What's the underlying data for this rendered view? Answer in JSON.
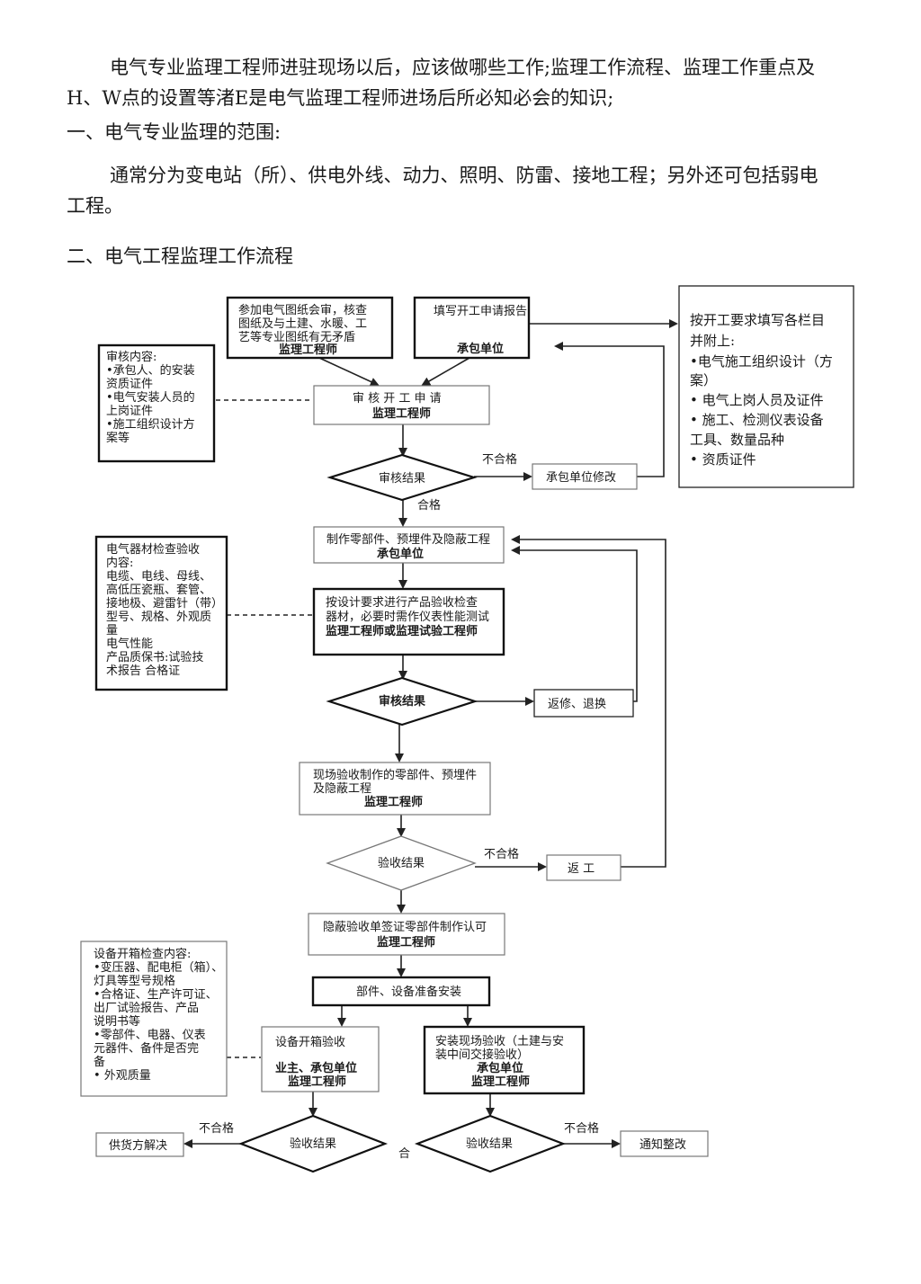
{
  "intro": "电气专业监理工程师进驻现场以后，应该做哪些工作;监理工作流程、监理工作重点及H、W点的设置等渚E是电气监理工程师进场后所必知必会的知识;",
  "section1_heading": "一、电气专业监理的范围:",
  "scope_text": "通常分为变电站（所）、供电外线、动力、照明、防雷、接地工程；另外还可包括弱电工程。",
  "section2_heading": "二、电气工程监理工作流程",
  "flow": {
    "drawing_review": {
      "lines": [
        "参加电气图纸会审，核查",
        "图纸及与土建、水暖、工",
        "艺等专业图纸有无矛盾"
      ],
      "role": "监理工程师"
    },
    "start_report": {
      "line": "填写开工申请报告",
      "role": "承包单位"
    },
    "start_requirements": {
      "lines": [
        "按开工要求填写各栏目",
        "并附上:",
        "•电气施工组织设计（方",
        "  案）",
        "• 电气上岗人员及证件",
        "• 施工、检测仪表设备",
        "  工具、数量品种",
        "• 资质证件"
      ]
    },
    "review_contents": {
      "lines": [
        "审核内容:",
        "•承包人、的安装",
        "  资质证件",
        "•电气安装人员的",
        "  上岗证件",
        "•施工组织设计方",
        "  案等"
      ]
    },
    "review_start": {
      "line": "审 核 开 工 申 请",
      "role": "监理工程师"
    },
    "review_result_1": "审核结果",
    "fail_1": "不合格",
    "pass_1": "合格",
    "contractor_revise": "承包单位修改",
    "fabricate": {
      "line": "制作零部件、预埋件及隐蔽工程",
      "role": "承包单位"
    },
    "material_contents": {
      "lines": [
        "电气器材检查验收",
        "内容:",
        "电缆、电线、母线、",
        "高低压瓷瓶、套管、",
        "接地极、避雷针（带）",
        "型号、规格、外观质",
        "量",
        "电气性能",
        "产品质保书:试验技",
        "术报告   合格证"
      ]
    },
    "product_inspection": {
      "lines": [
        "按设计要求进行产品验收检查",
        "器材，必要时需作仪表性能测试"
      ],
      "role": "监理工程师或监理试验工程师"
    },
    "review_result_2": "审核结果",
    "repair_return": "返修、退换",
    "site_acceptance": {
      "lines": [
        "现场验收制作的零部件、预埋件",
        "及隐蔽工程"
      ],
      "role": "监理工程师"
    },
    "acceptance_result_1": "验收结果",
    "fail_2": "不合格",
    "rework": "返   工",
    "concealed_sign": {
      "line": "隐蔽验收单签证零部件制作认可",
      "role": "监理工程师"
    },
    "install_prepare": "部件、设备准备安装",
    "unboxing_contents": {
      "lines": [
        "设备开箱检查内容:",
        "•变压器、配电柜（箱）、",
        "  灯具等型号规格",
        "•合格证、生产许可证、",
        "  出厂试验报告、产品",
        "  说明书等",
        "•零部件、电器、仪表",
        "  元器件、备件是否完",
        "  备",
        "• 外观质量"
      ]
    },
    "unboxing": {
      "line": "设备开箱验收",
      "role1": "业主、承包单位",
      "role2": "监理工程师"
    },
    "install_acceptance": {
      "lines": [
        "安装现场验收（土建与安",
        "装中间交接验收）"
      ],
      "role1": "承包单位",
      "role2": "监理工程师"
    },
    "acceptance_result_2": "验收结果",
    "acceptance_result_3": "验收结果",
    "fail_3": "不合格",
    "fail_4": "不合格",
    "he": "合",
    "supplier_resolve": "供货方解决",
    "notify_rectify": "通知整改"
  }
}
